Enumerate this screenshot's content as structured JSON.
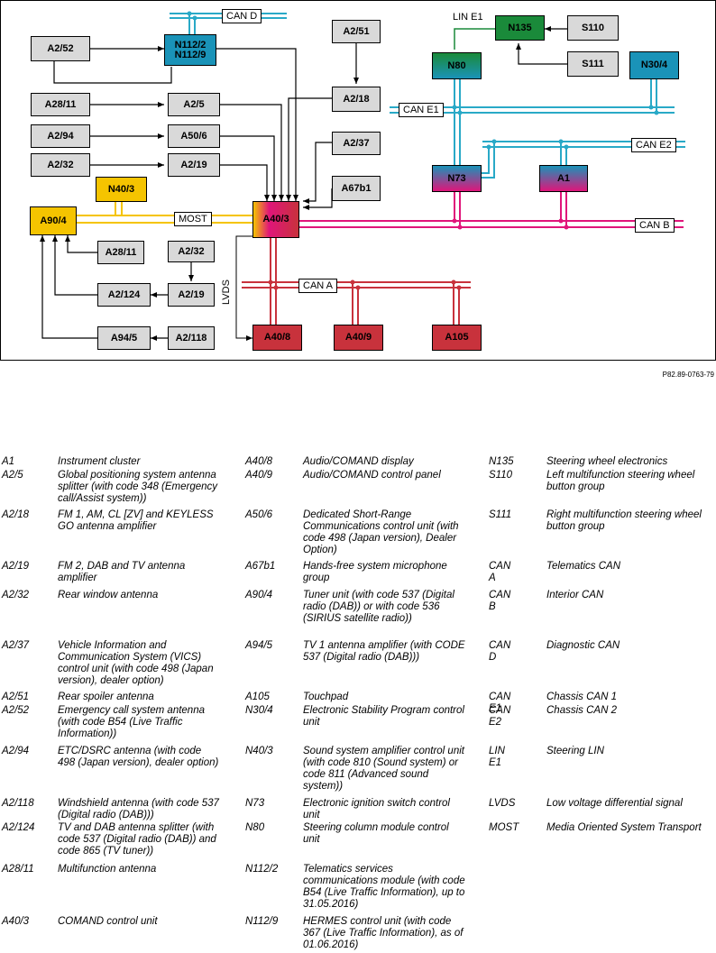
{
  "diagram": {
    "boxes": {
      "a2_52": "A2/52",
      "n112": "N112/2\nN112/9",
      "a2_51": "A2/51",
      "n135": "N135",
      "s110": "S110",
      "s111": "S111",
      "n80": "N80",
      "n30_4": "N30/4",
      "a28_11_top": "A28/11",
      "a2_5": "A2/5",
      "a2_18": "A2/18",
      "a2_94": "A2/94",
      "a50_6": "A50/6",
      "a2_37": "A2/37",
      "a2_32_top": "A2/32",
      "a2_19_top": "A2/19",
      "n73": "N73",
      "a1": "A1",
      "n40_3": "N40/3",
      "a67b1": "A67b1",
      "a90_4": "A90/4",
      "a40_3": "A40/3",
      "a28_11_bot": "A28/11",
      "a2_32_bot": "A2/32",
      "a2_124": "A2/124",
      "a2_19_bot": "A2/19",
      "a94_5": "A94/5",
      "a2_118": "A2/118",
      "a40_8": "A40/8",
      "a40_9": "A40/9",
      "a105": "A105"
    },
    "bus_labels": {
      "can_d": "CAN D",
      "lin_e1": "LIN E1",
      "can_e1": "CAN E1",
      "can_e2": "CAN E2",
      "can_b": "CAN B",
      "can_a": "CAN A",
      "most": "MOST",
      "lvds": "LVDS"
    },
    "colors": {
      "can_d": "#29a9c7",
      "can_e": "#29a9c7",
      "lin": "#1a8a3a",
      "can_b": "#e0157a",
      "can_a": "#c8323c",
      "most": "#f5c400",
      "grey_box": "#d9d9d9",
      "n135_fill": "#1a8a3a",
      "n30_fill": "#1a93b8",
      "a40_fill": "#c8323c",
      "a90_fill": "#f5c400"
    },
    "reference": "P82.89-0763-79"
  },
  "legend": [
    {
      "code": "A1",
      "desc": "Instrument cluster"
    },
    {
      "code": "A2/5",
      "desc": "Global positioning system antenna splitter (with code 348 (Emergency call/Assist system))"
    },
    {
      "code": "A2/18",
      "desc": "FM 1, AM, CL [ZV] and KEYLESS GO antenna amplifier"
    },
    {
      "code": "A2/19",
      "desc": "FM 2, DAB and TV antenna amplifier"
    },
    {
      "code": "A2/32",
      "desc": "Rear window antenna"
    },
    {
      "code": "A2/37",
      "desc": "Vehicle Information and Communication System (VICS) control unit (with code 498 (Japan version), dealer option)"
    },
    {
      "code": "A2/51",
      "desc": "Rear spoiler antenna"
    },
    {
      "code": "A2/52",
      "desc": "Emergency call system antenna (with code B54 (Live Traffic Information))"
    },
    {
      "code": "A2/94",
      "desc": "ETC/DSRC antenna (with code 498 (Japan version), dealer option)"
    },
    {
      "code": "A2/118",
      "desc": "Windshield antenna (with code 537 (Digital radio (DAB)))"
    },
    {
      "code": "A2/124",
      "desc": "TV and DAB antenna splitter (with code 537 (Digital radio (DAB)) and code 865 (TV tuner))"
    },
    {
      "code": "A28/11",
      "desc": "Multifunction antenna"
    },
    {
      "code": "A40/3",
      "desc": "COMAND control unit"
    },
    {
      "code": "A40/8",
      "desc": "Audio/COMAND display"
    },
    {
      "code": "A40/9",
      "desc": "Audio/COMAND control panel"
    },
    {
      "code": "A50/6",
      "desc": "Dedicated Short-Range Communications control unit (with code 498 (Japan version), Dealer Option)"
    },
    {
      "code": "A67b1",
      "desc": "Hands-free system microphone group"
    },
    {
      "code": "A90/4",
      "desc": "Tuner unit (with code 537 (Digital radio (DAB)) or with code 536 (SIRIUS satellite radio))"
    },
    {
      "code": "A94/5",
      "desc": "TV 1 antenna amplifier (with CODE 537 (Digital radio (DAB)))"
    },
    {
      "code": "A105",
      "desc": "Touchpad"
    },
    {
      "code": "N30/4",
      "desc": "Electronic Stability Program control unit"
    },
    {
      "code": "N40/3",
      "desc": "Sound system amplifier control unit (with code 810 (Sound system) or code 811 (Advanced sound system))"
    },
    {
      "code": "N73",
      "desc": "Electronic ignition switch control unit"
    },
    {
      "code": "N80",
      "desc": "Steering column module control unit"
    },
    {
      "code": "N112/2",
      "desc": "Telematics services communications module (with code B54 (Live Traffic Information), up to 31.05.2016)"
    },
    {
      "code": "N112/9",
      "desc": "HERMES control unit (with code 367 (Live Traffic Information), as of 01.06.2016)"
    },
    {
      "code": "N135",
      "desc": "Steering wheel electronics"
    },
    {
      "code": "S110",
      "desc": "Left multifunction steering wheel button group"
    },
    {
      "code": "S111",
      "desc": "Right multifunction steering wheel button group"
    },
    {
      "code": "CAN A",
      "desc": "Telematics CAN"
    },
    {
      "code": "CAN B",
      "desc": "Interior CAN"
    },
    {
      "code": "CAN D",
      "desc": "Diagnostic CAN"
    },
    {
      "code": "CAN E1",
      "desc": "Chassis CAN 1"
    },
    {
      "code": "CAN E2",
      "desc": "Chassis CAN 2"
    },
    {
      "code": "LIN E1",
      "desc": "Steering LIN"
    },
    {
      "code": "LVDS",
      "desc": "Low voltage differential signal"
    },
    {
      "code": "MOST",
      "desc": "Media Oriented System Transport"
    }
  ]
}
